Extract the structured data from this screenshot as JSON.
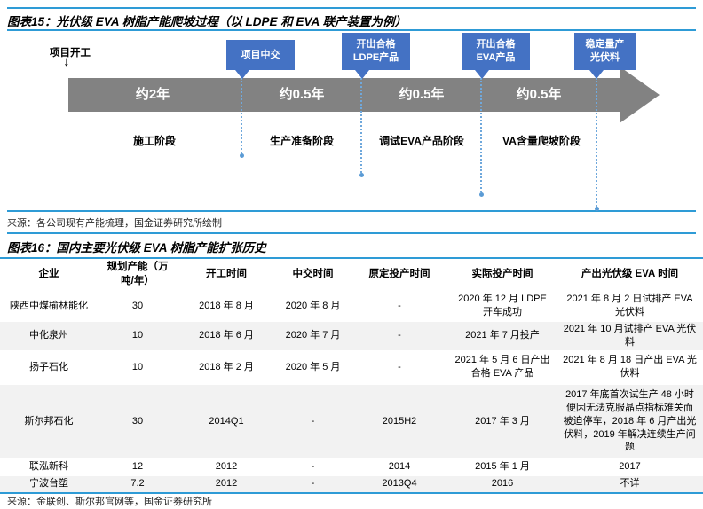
{
  "colors": {
    "rule_blue": "#2E9BD6",
    "callout_blue": "#4472C4",
    "bar_gray": "#828282",
    "connector_blue": "#6FA8DC",
    "alt_row_gray": "#F2F2F2"
  },
  "figure15": {
    "title": "图表15：光伏级 EVA 树脂产能爬坡过程（以 LDPE 和 EVA 联产装置为例）",
    "start_label": "项目开工",
    "down_arrow_glyph": "↓",
    "segments": [
      "约2年",
      "约0.5年",
      "约0.5年",
      "约0.5年"
    ],
    "stages": [
      "施工阶段",
      "生产准备阶段",
      "调试EVA产品阶段",
      "VA含量爬坡阶段"
    ],
    "milestones": [
      [
        "项目中交"
      ],
      [
        "开出合格",
        "LDPE产品"
      ],
      [
        "开出合格",
        "EVA产品"
      ],
      [
        "稳定量产",
        "光伏料"
      ]
    ],
    "source": "来源：各公司现有产能梳理，国金证券研究所绘制"
  },
  "figure16": {
    "title": "图表16：国内主要光伏级 EVA 树脂产能扩张历史",
    "table": {
      "headers": [
        "企业",
        "规划产能（万吨/年）",
        "开工时间",
        "中交时间",
        "原定投产时间",
        "实际投产时间",
        "产出光伏级 EVA 时间"
      ],
      "rows": [
        [
          "陕西中煤榆林能化",
          "30",
          "2018 年 8 月",
          "2020 年 8 月",
          "-",
          "2020 年 12 月 LDPE 开车成功",
          "2021 年 8 月 2 日试排产 EVA 光伏料"
        ],
        [
          "中化泉州",
          "10",
          "2018 年 6 月",
          "2020 年 7 月",
          "-",
          "2021 年 7 月投产",
          "2021 年 10 月试排产 EVA 光伏料"
        ],
        [
          "扬子石化",
          "10",
          "2018 年 2 月",
          "2020 年 5 月",
          "-",
          "2021 年 5 月 6 日产出合格 EVA 产品",
          "2021 年 8 月 18 日产出 EVA 光伏料"
        ],
        [
          "斯尔邦石化",
          "30",
          "2014Q1",
          "-",
          "2015H2",
          "2017 年 3 月",
          "2017 年底首次试生产 48 小时便因无法克服晶点指标难关而被迫停车，2018 年 6 月产出光伏料，2019 年解决连续生产问题"
        ],
        [
          "联泓新科",
          "12",
          "2012",
          "-",
          "2014",
          "2015 年 1 月",
          "2017"
        ],
        [
          "宁波台塑",
          "7.2",
          "2012",
          "-",
          "2013Q4",
          "2016",
          "不详"
        ]
      ]
    },
    "source": "来源：金联创、斯尔邦官网等，国金证券研究所"
  }
}
